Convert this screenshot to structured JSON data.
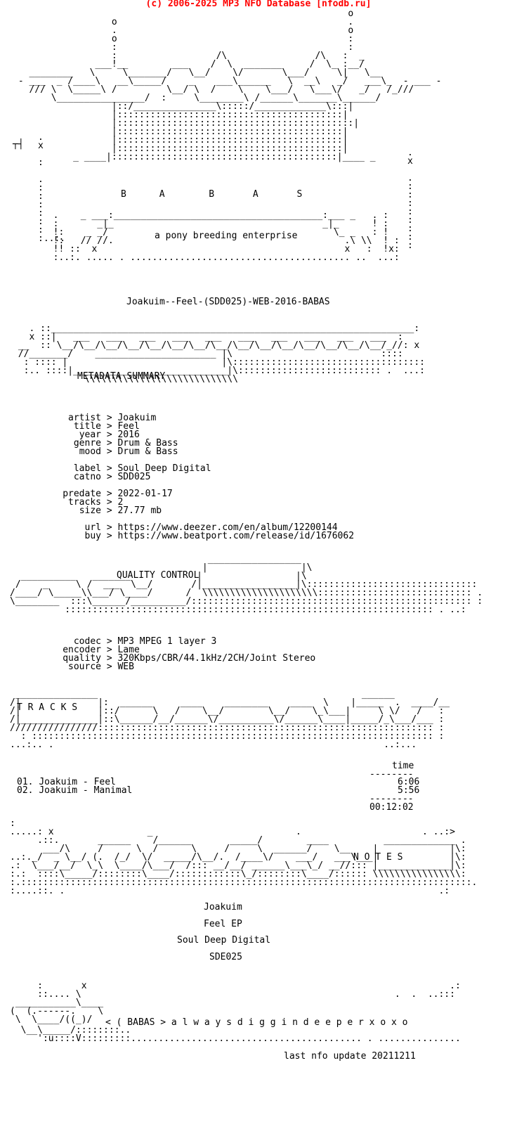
{
  "header": {
    "copyright": "(c) 2006-2025 MP3 NFO Database [nfodb.ru]"
  },
  "logo": {
    "letters": "B      A        B       A       S",
    "tagline": "a pony breeding enterprise"
  },
  "release_name": "Joakuim--Feel-(SDD025)-WEB-2016-BABAS",
  "metadata": {
    "section_title": "METADATA SUMMARY",
    "rows": [
      {
        "key": "artist",
        "value": "Joakuim"
      },
      {
        "key": "title",
        "value": "Feel"
      },
      {
        "key": "year",
        "value": "2016"
      },
      {
        "key": "genre",
        "value": "Drum & Bass"
      },
      {
        "key": "mood",
        "value": "Drum & Bass"
      },
      {
        "key": "label",
        "value": "Soul Deep Digital"
      },
      {
        "key": "catno",
        "value": "SDD025"
      },
      {
        "key": "predate",
        "value": "2022-01-17"
      },
      {
        "key": "tracks",
        "value": "2"
      },
      {
        "key": "size",
        "value": "27.77 mb"
      },
      {
        "key": "url",
        "value": "https://www.deezer.com/en/album/12200144"
      },
      {
        "key": "buy",
        "value": "https://www.beatport.com/release/id/1676062"
      }
    ]
  },
  "quality": {
    "section_title": "QUALITY CONTROL",
    "rows": [
      {
        "key": "codec",
        "value": "MP3 MPEG 1 layer 3"
      },
      {
        "key": "encoder",
        "value": "Lame"
      },
      {
        "key": "quality",
        "value": "320Kbps/CBR/44.1kHz/2CH/Joint Stereo"
      },
      {
        "key": "source",
        "value": "WEB"
      }
    ]
  },
  "tracks": {
    "section_title": "T R A C K S",
    "time_header": "time",
    "list": [
      {
        "no": "01.",
        "name": "Joakuim - Feel",
        "time": "6:06"
      },
      {
        "no": "02.",
        "name": "Joakuim - Manimal",
        "time": "5:56"
      }
    ],
    "total": "00:12:02"
  },
  "notes": {
    "section_title": "N O T E S",
    "lines": [
      "Joakuim",
      "Feel EP",
      "Soul Deep Digital",
      "SDE025"
    ]
  },
  "footer": {
    "slogan": "< ( BABAS > a l w a y s d i g g i n d e e p e r x o x o",
    "last_update": "last nfo update 20211211"
  },
  "colors": {
    "header_link": "#ff0000",
    "text": "#000000",
    "background": "#ffffff"
  }
}
